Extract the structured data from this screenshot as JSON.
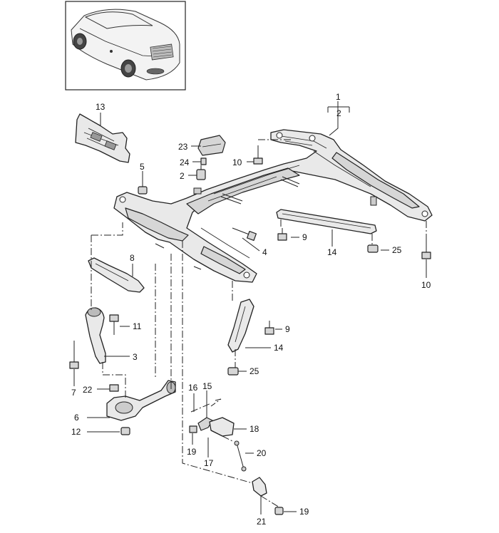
{
  "diagram": {
    "callouts": {
      "c1": "1",
      "c2": "2",
      "c2b": "2",
      "c3": "3",
      "c4": "4",
      "c5": "5",
      "c6": "6",
      "c7": "7",
      "c8": "8",
      "c9a": "9",
      "c9b": "9",
      "c10a": "10",
      "c10b": "10",
      "c11": "11",
      "c12": "12",
      "c13": "13",
      "c14a": "14",
      "c14b": "14",
      "c15": "15",
      "c16": "16",
      "c17": "17",
      "c18": "18",
      "c19a": "19",
      "c19b": "19",
      "c20": "20",
      "c21": "21",
      "c22": "22",
      "c23": "23",
      "c24": "24",
      "c25a": "25",
      "c25b": "25"
    }
  }
}
